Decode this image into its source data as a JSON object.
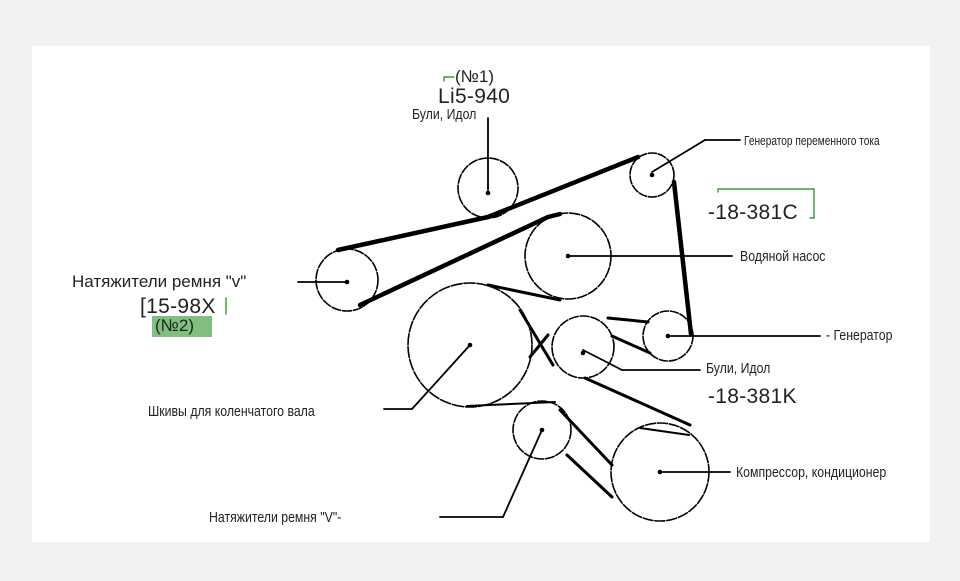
{
  "labels": {
    "top_number": "(№1)",
    "top_part": "Li5-940",
    "top_pulley": "Були, Идол",
    "alternator_ac": "Генератор переменного тока",
    "part_c": "-18-381C",
    "water_pump": "Водяной насос",
    "tensioner_v": "Натяжители ремня \"v\"",
    "part_x": "[15-98X",
    "number_2": "(№2)",
    "generator": "- Генератор",
    "idler": "Були, Идол",
    "part_k": "-18-381K",
    "crank": "Шкивы для коленчатого вала",
    "compressor": "Компрессор, кондиционер",
    "tensioner_v2": "Натяжители ремня \"V\"-"
  },
  "colors": {
    "belt": "#000000",
    "highlight": "#7fbf7f",
    "bracket": "#3a9a3a"
  }
}
